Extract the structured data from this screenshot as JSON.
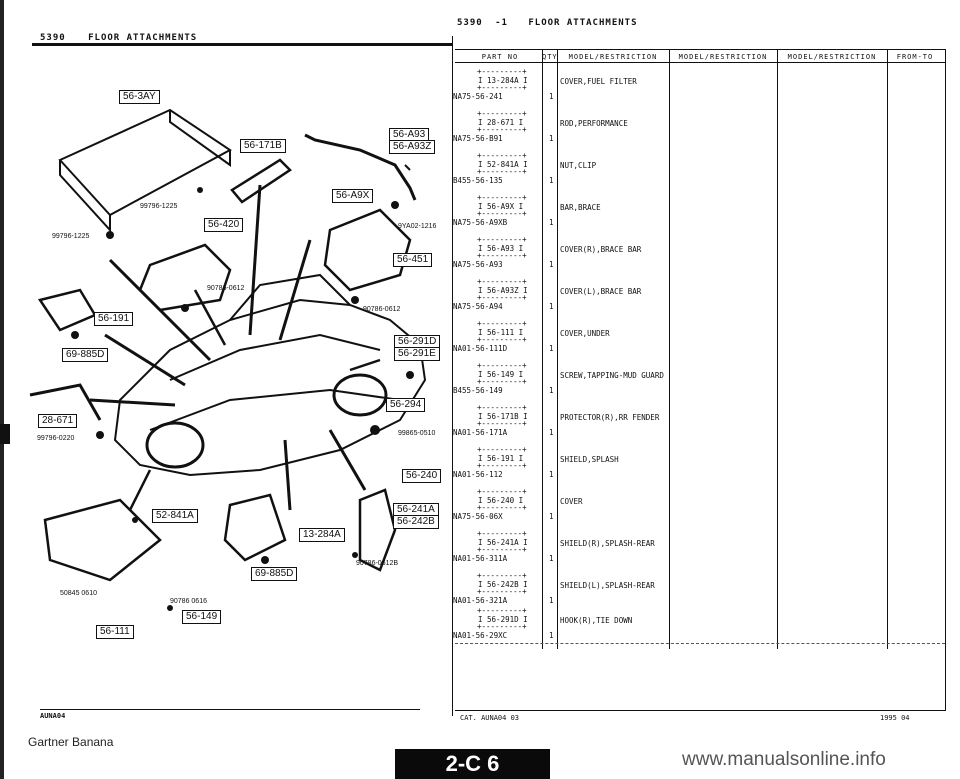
{
  "left_header": {
    "section": "5390",
    "title": "FLOOR ATTACHMENTS"
  },
  "right_header": {
    "section": "5390",
    "suffix": "-1",
    "title": "FLOOR ATTACHMENTS"
  },
  "table_headers": [
    "PART NO",
    "QTY",
    "MODEL/RESTRICTION",
    "MODEL/RESTRICTION",
    "MODEL/RESTRICTION",
    "FROM-TO"
  ],
  "parts": [
    {
      "code": "13-284A",
      "num": "NA75-56-241",
      "qty": "1",
      "desc": "COVER,FUEL FILTER"
    },
    {
      "code": "28-671",
      "num": "NA75-56-B91",
      "qty": "1",
      "desc": "ROD,PERFORMANCE"
    },
    {
      "code": "52-841A",
      "num": "B455-56-135",
      "qty": "1",
      "desc": "NUT,CLIP"
    },
    {
      "code": "56-A9X",
      "num": "NA75-56-A9XB",
      "qty": "1",
      "desc": "BAR,BRACE"
    },
    {
      "code": "56-A93",
      "num": "NA75-56-A93",
      "qty": "1",
      "desc": "COVER(R),BRACE BAR"
    },
    {
      "code": "56-A93Z",
      "num": "NA75-56-A94",
      "qty": "1",
      "desc": "COVER(L),BRACE BAR"
    },
    {
      "code": "56-111",
      "num": "NA01-56-111D",
      "qty": "1",
      "desc": "COVER,UNDER"
    },
    {
      "code": "56-149",
      "num": "B455-56-149",
      "qty": "1",
      "desc": "SCREW,TAPPING-MUD GUARD"
    },
    {
      "code": "56-171B",
      "num": "NA01-56-171A",
      "qty": "1",
      "desc": "PROTECTOR(R),RR FENDER"
    },
    {
      "code": "56-191",
      "num": "NA01-56-112",
      "qty": "1",
      "desc": "SHIELD,SPLASH"
    },
    {
      "code": "56-240",
      "num": "NA75-56-06X",
      "qty": "1",
      "desc": "COVER"
    },
    {
      "code": "56-241A",
      "num": "NA01-56-311A",
      "qty": "1",
      "desc": "SHIELD(R),SPLASH-REAR"
    },
    {
      "code": "56-242B",
      "num": "NA01-56-321A",
      "qty": "1",
      "desc": "SHIELD(L),SPLASH-REAR"
    },
    {
      "code": "56-291D",
      "num": "NA01-56-29XC",
      "qty": "1",
      "desc": "HOOK(R),TIE DOWN"
    }
  ],
  "callouts": {
    "c1": "56-3AY",
    "c2": "56-171B",
    "c3": "56-A93",
    "c4": "56-A93Z",
    "c5": "56-A9X",
    "c6": "56-420",
    "c7": "56-451",
    "c8": "56-191",
    "c9": "69-885D",
    "c10": "56-291D",
    "c11": "56-291E",
    "c12": "56-294",
    "c13": "28-671",
    "c14": "56-240",
    "c15": "52-841A",
    "c16": "56-241A",
    "c17": "56-242B",
    "c18": "13-284A",
    "c19": "69-885D",
    "c20": "56-149",
    "c21": "56-111"
  },
  "part_numbers": {
    "p1": "99796-1225",
    "p2": "99796-1225",
    "p3": "9YA02-1216",
    "p4": "90786-0612",
    "p5": "90786-0612",
    "p6": "99796-0220",
    "p7": "99865-0510",
    "p8": "90786-0612B",
    "p9": "50845 0610",
    "p10": "90786 0616"
  },
  "footer": {
    "left": "AUNA04",
    "mid": "CAT. AUNA04 03",
    "right": "1995 04"
  },
  "page_code": "2-C 6",
  "brand": "Gartner Banana",
  "watermark": "www.manualsonline.info"
}
